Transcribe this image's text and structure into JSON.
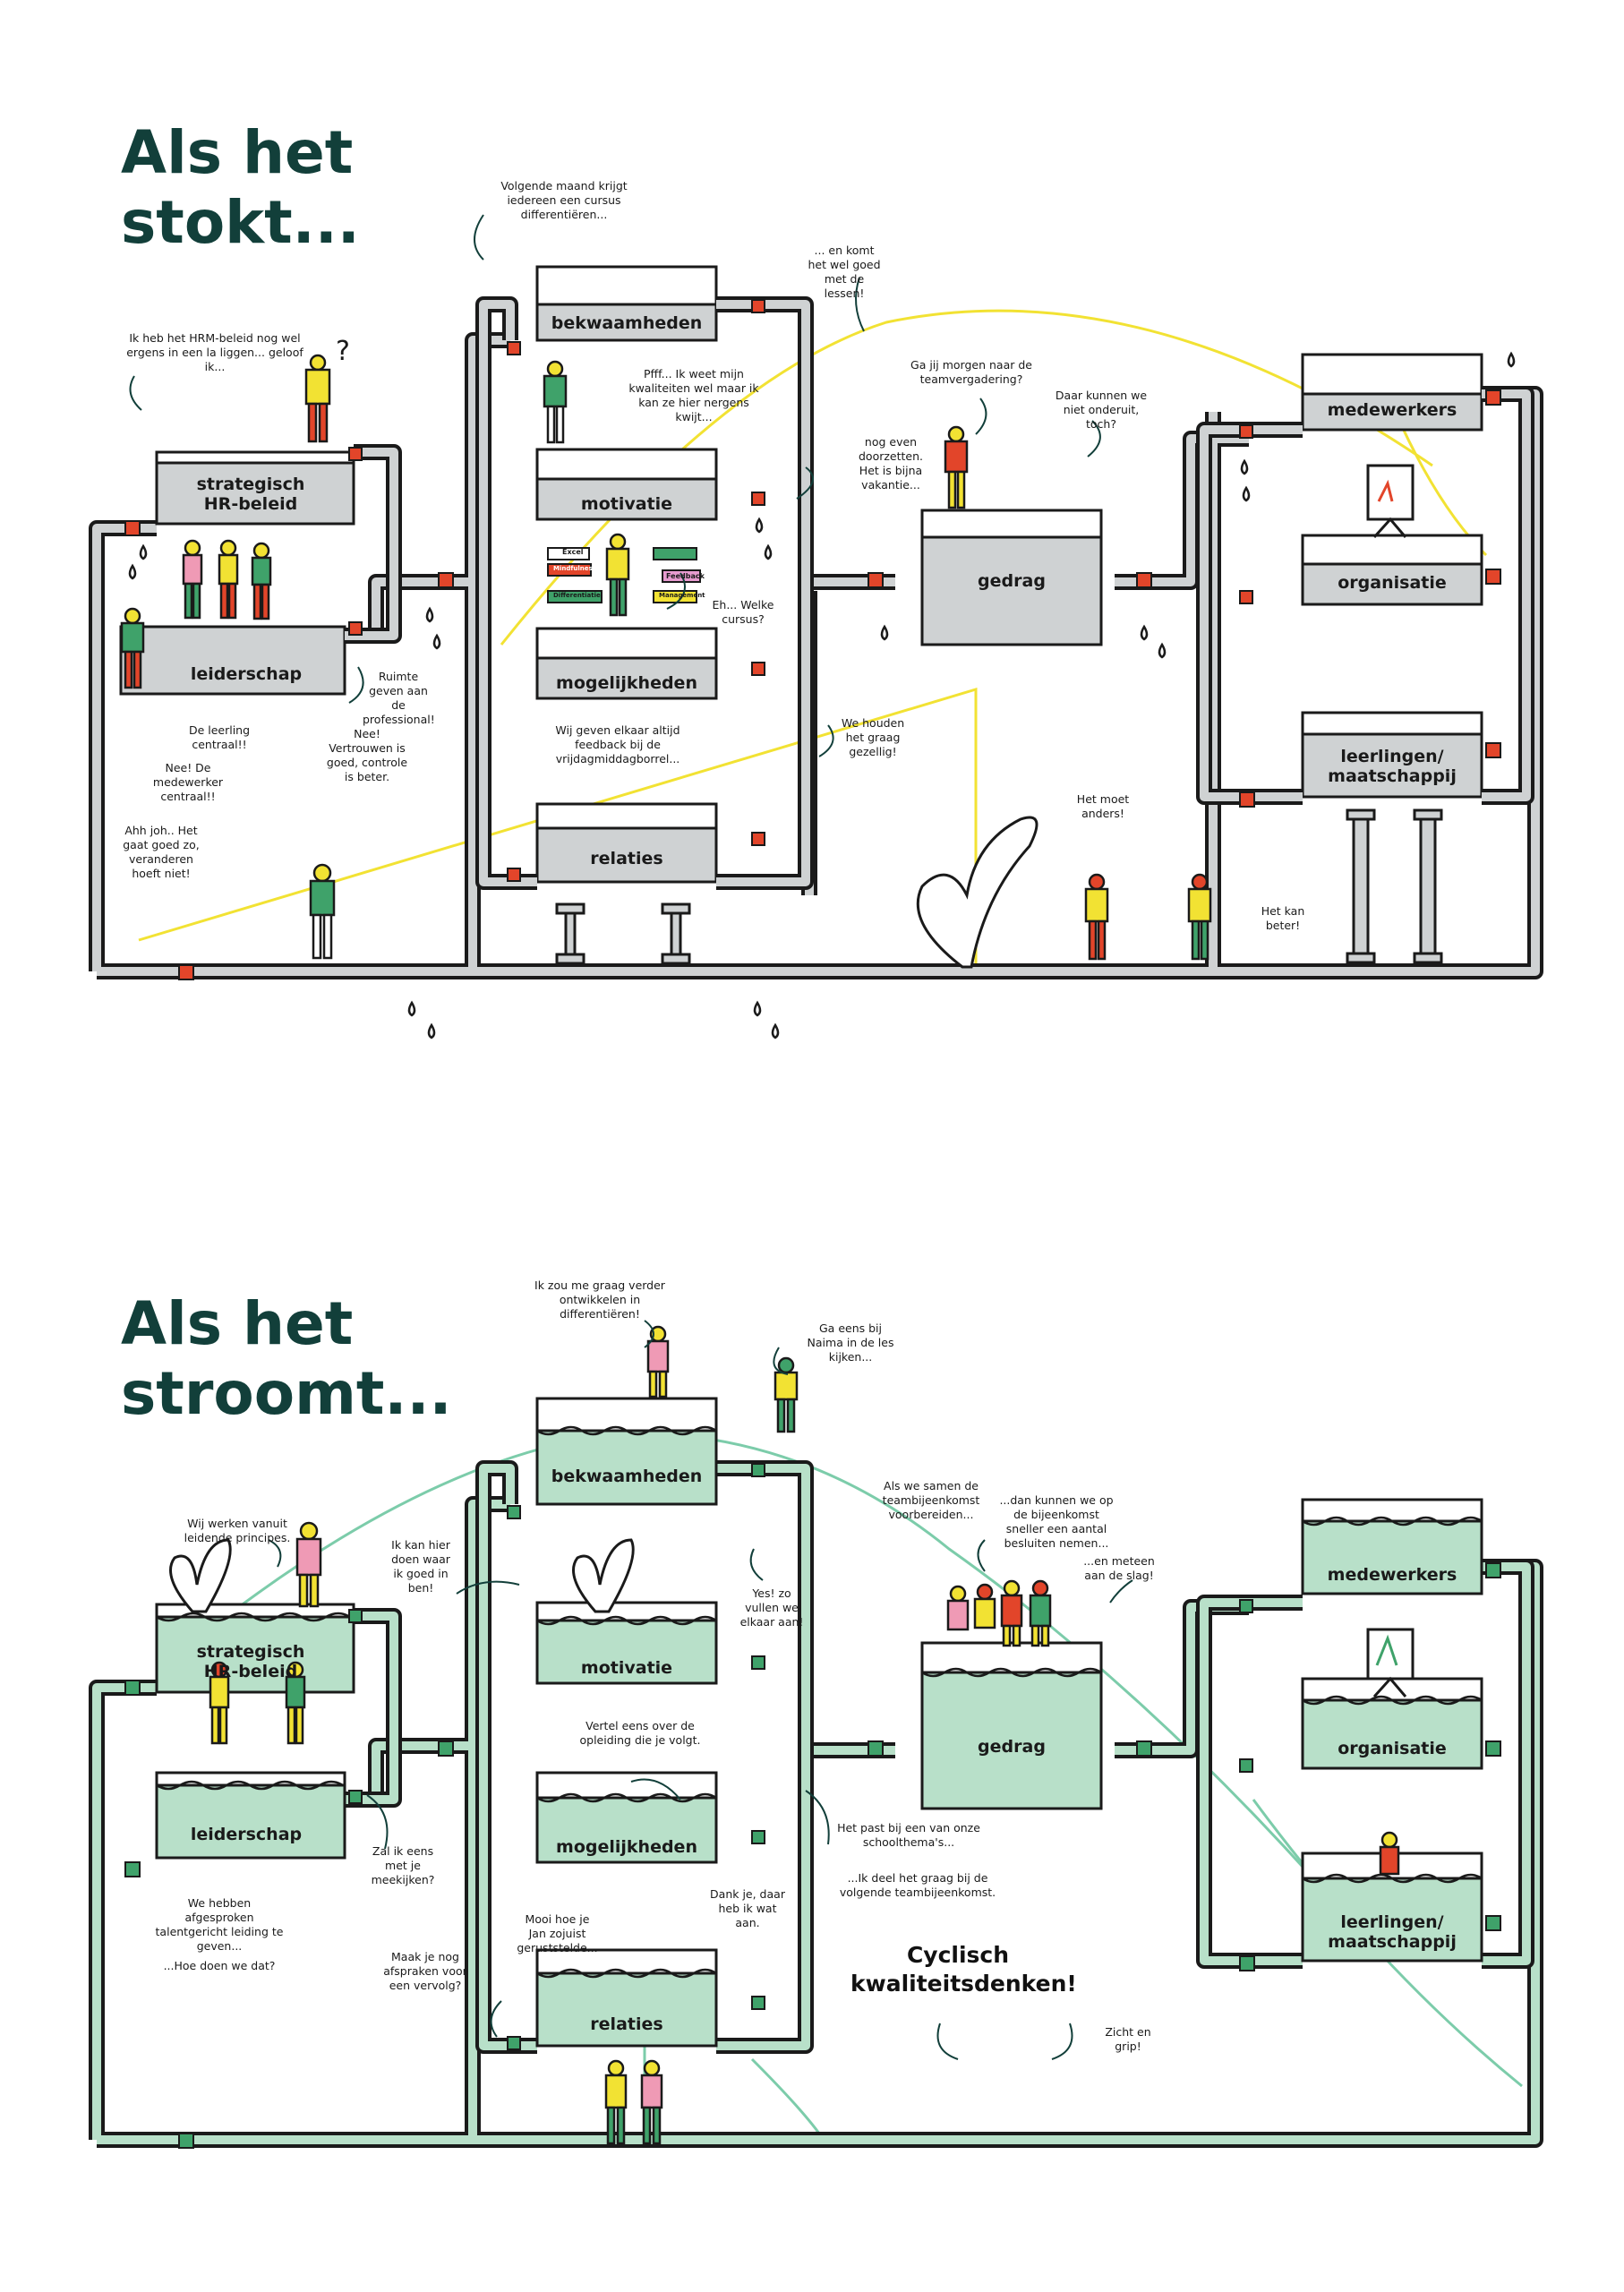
{
  "top": {
    "title_line1": "Als het",
    "title_line2": "stokt...",
    "tanks": {
      "hr": "strategisch HR-beleid",
      "leiderschap": "leiderschap",
      "bekwaamheden": "bekwaamheden",
      "motivatie": "motivatie",
      "mogelijkheden": "mogelijkheden",
      "relaties": "relaties",
      "gedrag": "gedrag",
      "medewerkers": "medewerkers",
      "organisatie": "organisatie",
      "leerlingen": "leerlingen/ maatschappij"
    },
    "signs": [
      "Excel",
      "Mindfulness",
      "Feedback",
      "Differentiatie",
      "Management"
    ],
    "bubbles": {
      "b1": "Ik heb het HRM-beleid nog wel ergens in een la liggen... geloof ik...",
      "b1q": "?",
      "b2": "Volgende maand krijgt iedereen een cursus differentiëren...",
      "b3": "... en komt het wel goed met de lessen!",
      "b4": "Pfff... Ik weet mijn kwaliteiten wel maar ik kan ze hier nergens kwijt...",
      "b5": "nog even doorzetten. Het is bijna vakantie...",
      "b6": "Ga jij morgen naar de teamvergadering?",
      "b7": "Daar kunnen we niet onderuit, toch?",
      "b8": "Eh... Welke cursus?",
      "b9": "Ruimte geven aan de professional!",
      "b10": "De leerling centraal!!",
      "b11": "Nee! De medewerker centraal!!",
      "b12": "Nee! Vertrouwen is goed, controle is beter.",
      "b13": "Wij geven elkaar altijd feedback bij de vrijdagmiddagborrel...",
      "b14": "We houden het graag gezellig!",
      "b15": "Ahh joh.. Het gaat goed zo, veranderen hoeft niet!",
      "b16": "Het moet anders!",
      "b17": "Het kan beter!"
    }
  },
  "bottom": {
    "title_line1": "Als het",
    "title_line2": "stroomt...",
    "tanks": {
      "hr": "strategisch HR-beleid",
      "leiderschap": "leiderschap",
      "bekwaamheden": "bekwaamheden",
      "motivatie": "motivatie",
      "mogelijkheden": "mogelijkheden",
      "relaties": "relaties",
      "gedrag": "gedrag",
      "medewerkers": "medewerkers",
      "organisatie": "organisatie",
      "leerlingen": "leerlingen/ maatschappij"
    },
    "cyclisch": "Cyclisch kwaliteitsdenken!",
    "bubbles": {
      "c1": "Ik zou me graag verder ontwikkelen in differentiëren!",
      "c2": "Ga eens bij Naima in de les kijken...",
      "c3": "Wij werken vanuit leidende principes.",
      "c4": "Ik kan hier doen waar ik goed in ben!",
      "c5": "Yes! zo vullen we elkaar aan!",
      "c6": "Als we samen de teambijeenkomst voorbereiden...",
      "c7": "...dan kunnen we op de bijeenkomst sneller een aantal besluiten nemen...",
      "c8": "...en meteen aan de slag!",
      "c9": "Vertel eens over de opleiding die je volgt.",
      "c10": "Het past bij een van onze schoolthema's...",
      "c11": "...Ik deel het graag bij de volgende teambijeenkomst.",
      "c12": "Zal ik eens met je meekijken?",
      "c13": "We hebben afgesproken talentgericht leiding te geven...",
      "c14": "...Hoe doen we dat?",
      "c15": "Mooi hoe je Jan zojuist geruststelde...",
      "c16": "Dank je, daar heb ik wat aan.",
      "c17": "Maak je nog afspraken voor een vervolg?",
      "c18": "Zicht en grip!"
    }
  },
  "colors": {
    "pipe_fill_top": "#cfd2d3",
    "pipe_fill_bottom": "#b8e0c9",
    "valve_top": "#e2452a",
    "valve_bottom": "#3fa26a",
    "accent_yellow": "#f2e233",
    "accent_green": "#7cccaa",
    "title": "#123f3a"
  }
}
